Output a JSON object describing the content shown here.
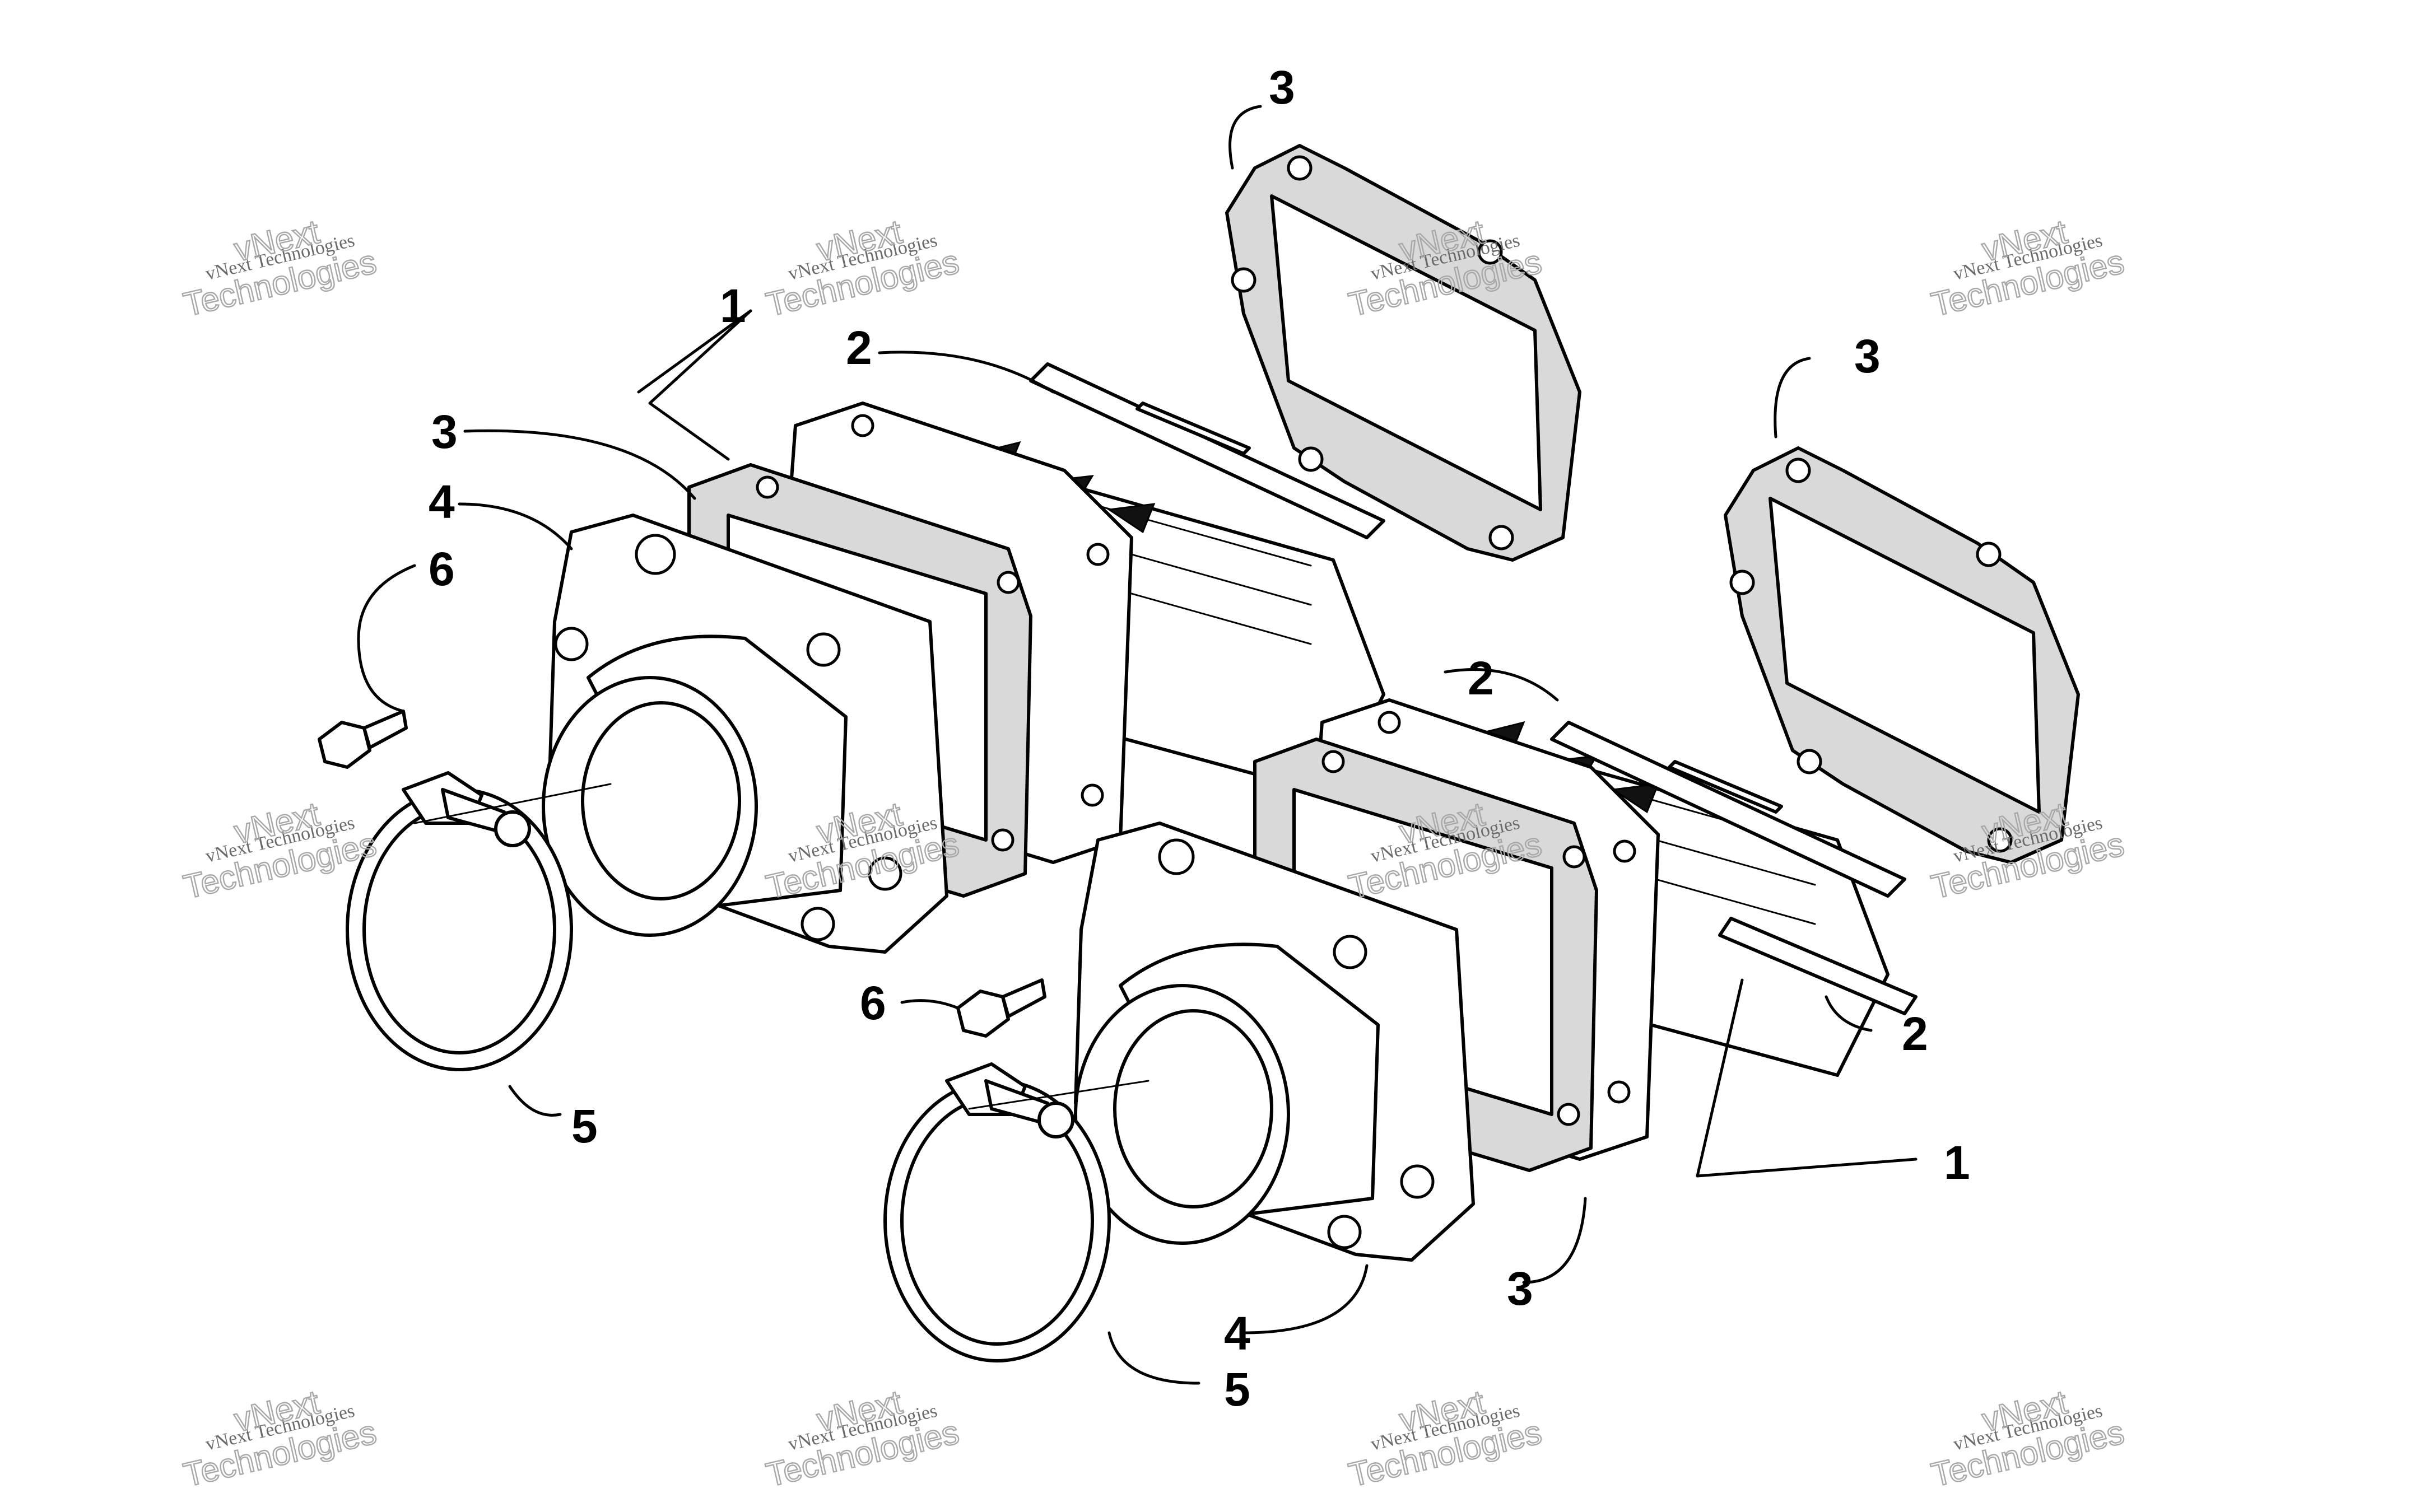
{
  "diagram": {
    "callouts": [
      {
        "id": "c1a",
        "label": "1"
      },
      {
        "id": "c2a",
        "label": "2"
      },
      {
        "id": "c3a",
        "label": "3"
      },
      {
        "id": "c4a",
        "label": "4"
      },
      {
        "id": "c6a",
        "label": "6"
      },
      {
        "id": "c5a",
        "label": "5"
      },
      {
        "id": "c3b",
        "label": "3"
      },
      {
        "id": "c3c",
        "label": "3"
      },
      {
        "id": "c2b",
        "label": "2"
      },
      {
        "id": "c6b",
        "label": "6"
      },
      {
        "id": "c2c",
        "label": "2"
      },
      {
        "id": "c1b",
        "label": "1"
      },
      {
        "id": "c3d",
        "label": "3"
      },
      {
        "id": "c4b",
        "label": "4"
      },
      {
        "id": "c5b",
        "label": "5"
      }
    ],
    "watermark": {
      "line1": "vNext Technologies",
      "line2": "vNext",
      "line3": "Technologies"
    }
  }
}
